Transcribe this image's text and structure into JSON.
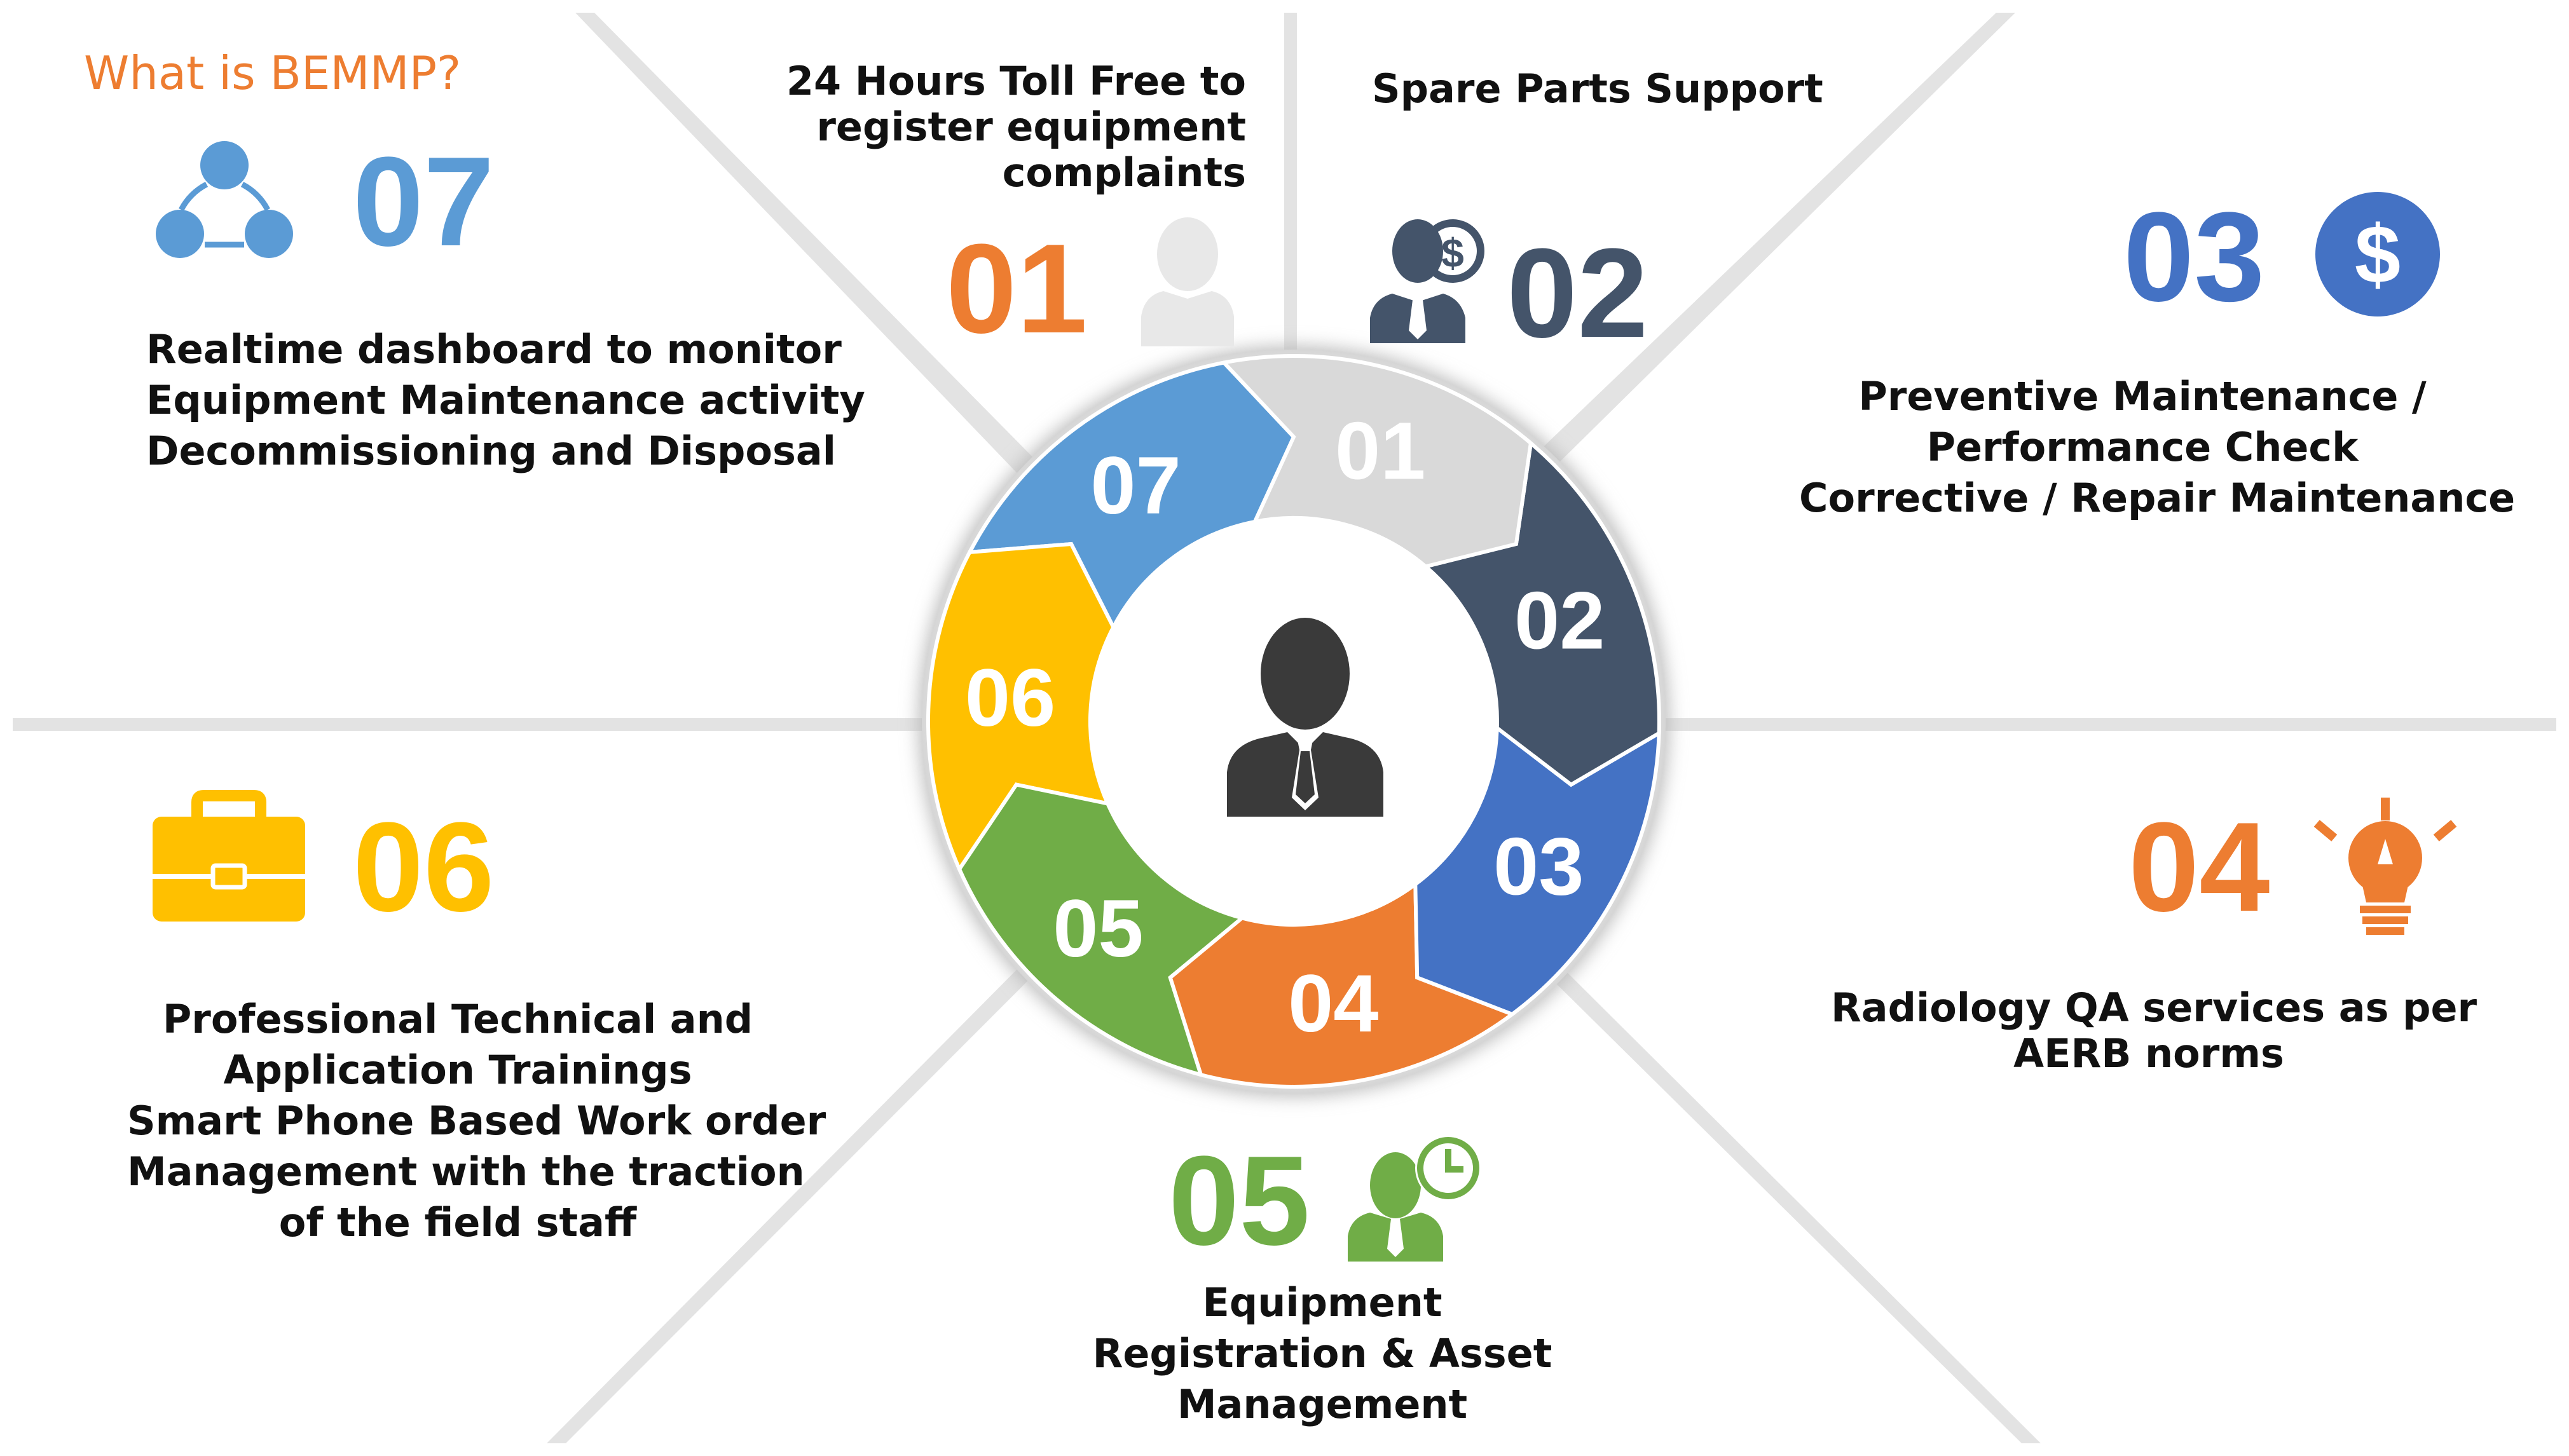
{
  "title": "What is BEMMP?",
  "colors": {
    "title": "#ED7D31",
    "s01": "#D9D9D9",
    "s02": "#44546A",
    "s03": "#4472C4",
    "s04": "#ED7D31",
    "s05": "#70AD47",
    "s06": "#FFC000",
    "s07": "#5B9BD5",
    "num01": "#ED7D31",
    "num02": "#44546A",
    "num03": "#4472C4",
    "num04": "#ED7D31",
    "num05": "#70AD47",
    "num06": "#FFC000",
    "num07": "#5B9BD5",
    "center_icon": "#3A3A3A"
  },
  "segments": [
    {
      "label": "01"
    },
    {
      "label": "02"
    },
    {
      "label": "03"
    },
    {
      "label": "04"
    },
    {
      "label": "05"
    },
    {
      "label": "06"
    },
    {
      "label": "07"
    }
  ],
  "center_icon": "businessman-icon",
  "items": {
    "i01": {
      "number": "01",
      "icon": "user-icon",
      "lines": [
        "24 Hours Toll Free to",
        "register equipment",
        "complaints"
      ]
    },
    "i02": {
      "number": "02",
      "icon": "businessman-dollar-icon",
      "lines": [
        "Spare Parts Support"
      ]
    },
    "i03": {
      "number": "03",
      "icon": "dollar-coin-icon",
      "lines": [
        "Preventive Maintenance /",
        "Performance Check",
        "Corrective / Repair Maintenance"
      ]
    },
    "i04": {
      "number": "04",
      "icon": "lightbulb-icon",
      "lines": [
        "Radiology QA services as per",
        "AERB norms"
      ]
    },
    "i05": {
      "number": "05",
      "icon": "businessman-clock-icon",
      "lines": [
        "Equipment",
        "Registration & Asset",
        "Management"
      ]
    },
    "i06": {
      "number": "06",
      "icon": "briefcase-icon",
      "lines": [
        "Professional Technical and",
        "Application Trainings",
        "Smart Phone Based Work order",
        "Management with the traction",
        "of the field staff"
      ]
    },
    "i07": {
      "number": "07",
      "icon": "network-icon",
      "lines": [
        "Realtime dashboard to monitor",
        "Equipment Maintenance activity",
        "Decommissioning and Disposal"
      ]
    }
  }
}
